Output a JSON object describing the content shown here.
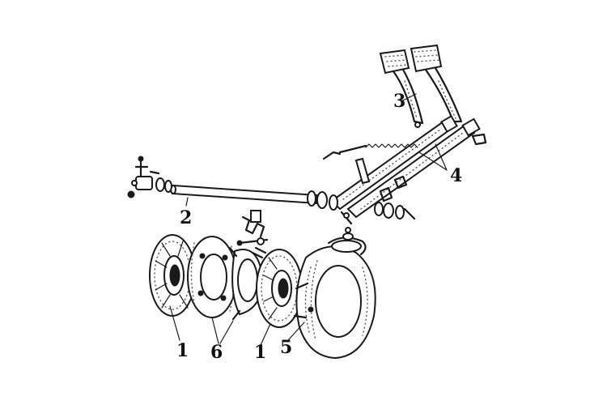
{
  "callouts": {
    "disc_left": "1",
    "shaft": "2",
    "pedals": "3",
    "levers": "4",
    "housing": "5",
    "pressure_plate": "6",
    "disc_right": "1"
  },
  "colors": {
    "ink": "#1a1a1a",
    "background": "#ffffff"
  }
}
